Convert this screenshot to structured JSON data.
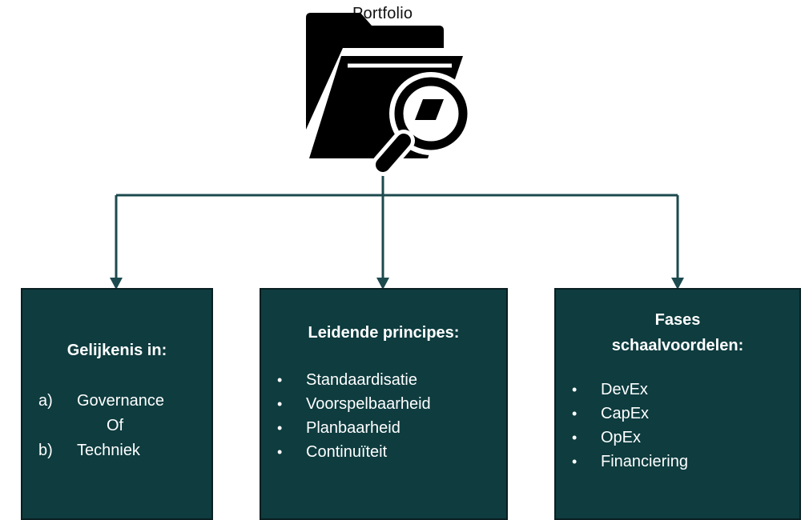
{
  "root": {
    "label": "Portfolio",
    "icon": "folder-search-icon"
  },
  "boxes": [
    {
      "title": "Gelijkenis in:",
      "items": [
        {
          "marker": "a)",
          "text": "Governance"
        },
        {
          "text": "Of"
        },
        {
          "marker": "b)",
          "text": "Techniek"
        }
      ]
    },
    {
      "title": "Leidende principes:",
      "items": [
        "Standaardisatie",
        "Voorspelbaarheid",
        "Planbaarheid",
        "Continuïteit"
      ]
    },
    {
      "title_lines": [
        "Fases",
        "schaalvoordelen:"
      ],
      "items": [
        "DevEx",
        "CapEx",
        "OpEx",
        "Financiering"
      ]
    }
  ],
  "colors": {
    "box_fill": "#0e3c3f",
    "box_border": "#0a1f21",
    "connector": "#1c4a4e",
    "text_on_box": "#ffffff"
  }
}
